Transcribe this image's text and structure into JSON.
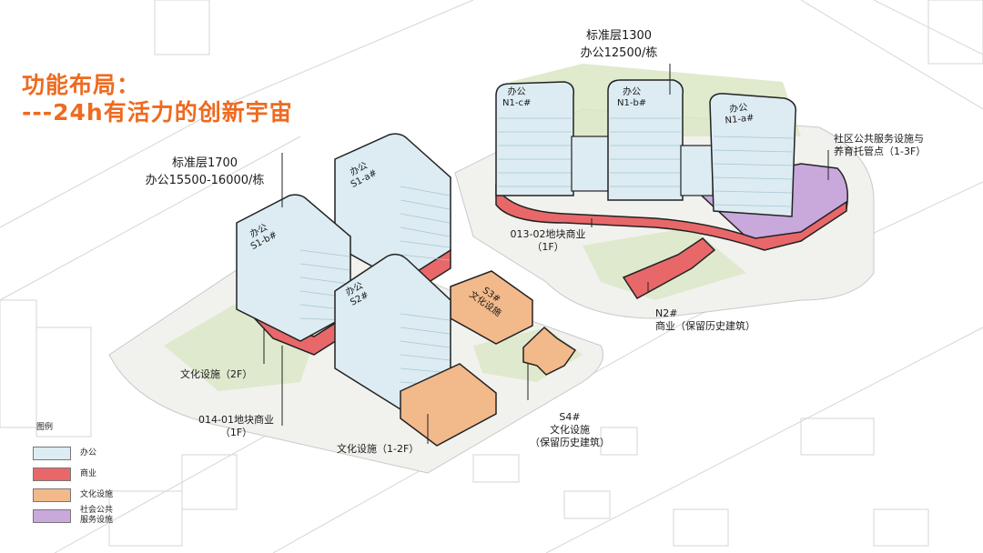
{
  "title": {
    "line1": "功能布局：",
    "line2": "---24h有活力的创新宇宙"
  },
  "annotations": {
    "north_std": "标准层1300",
    "north_office": "办公12500/栋",
    "south_std": "标准层1700",
    "south_office": "办公15500-16000/栋",
    "community_1": "社区公共服务设施与",
    "community_2": "养育托管点（1-3F）",
    "commercial_013_1": "013-02地块商业",
    "commercial_013_2": "（1F）",
    "n2_1": "N2#",
    "n2_2": "商业（保留历史建筑）",
    "culture_2f": "文化设施（2F）",
    "commercial_014_1": "014-01地块商业",
    "commercial_014_2": "（1F）",
    "culture_12f": "文化设施（1-2F）",
    "s4_1": "S4#",
    "s4_2": "文化设施",
    "s4_3": "（保留历史建筑）"
  },
  "building_tags": {
    "n1c": [
      "办公",
      "N1-c#"
    ],
    "n1b": [
      "办公",
      "N1-b#"
    ],
    "n1a": [
      "办公",
      "N1-a#"
    ],
    "s1a": [
      "办公",
      "S1-a#"
    ],
    "s1b": [
      "办公",
      "S1-b#"
    ],
    "s2": [
      "办公",
      "S2#"
    ],
    "s3": [
      "S3#",
      "文化设施"
    ]
  },
  "legend": {
    "title": "图例",
    "items": [
      {
        "label": "办公",
        "color": "#dcecf2"
      },
      {
        "label": "商业",
        "color": "#e8686a"
      },
      {
        "label": "文化设施",
        "color": "#f2b98b"
      },
      {
        "label": "社会公共\n服务设施",
        "color": "#c9a8dc"
      }
    ]
  },
  "colors": {
    "accent": "#ef6a1f",
    "office": "#dcecf2",
    "commercial": "#e8686a",
    "culture": "#f2b98b",
    "community": "#c9a8dc",
    "landscape": "#dbe6c4"
  }
}
